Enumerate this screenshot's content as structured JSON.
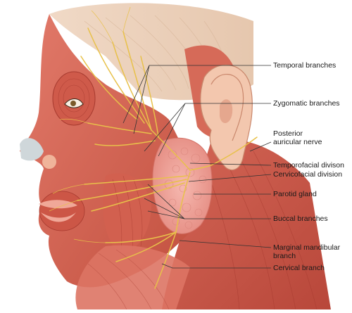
{
  "labels": {
    "temporal": "Temporal branches",
    "zygomatic": "Zygomatic branches",
    "posterior_line1": "Posterior",
    "posterior_line2": "auricular nerve",
    "temporofacial": "Temporofacial divison",
    "cervicofacial": "Cervicofacial division",
    "parotid": "Parotid gland",
    "buccal": "Buccal branches",
    "marginal_line1": "Marginal mandibular",
    "marginal_line2": "branch",
    "cervical": "Cervical branch"
  },
  "colors": {
    "muscle": "#d9685a",
    "muscle_dark": "#b9473c",
    "skin": "#f2c2a8",
    "nerve": "#e8c14a",
    "gland": "#f4a8a0",
    "fascia": "#cfd7da",
    "leader": "#333333"
  }
}
